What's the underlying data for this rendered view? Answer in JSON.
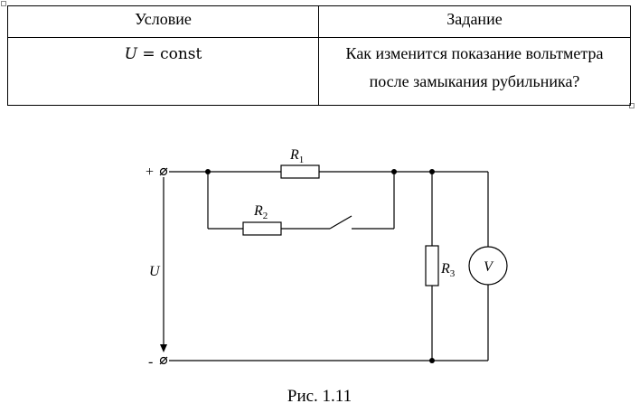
{
  "table": {
    "headers": [
      "Условие",
      "Задание"
    ],
    "condition": {
      "variable": "U",
      "equals": "=",
      "value": "const"
    },
    "task": {
      "line1": "Как изменится показание вольтметра",
      "line2": "после замыкания рубильника?"
    }
  },
  "circuit": {
    "resistors": {
      "r1": {
        "symbol": "R",
        "sub": "1"
      },
      "r2": {
        "symbol": "R",
        "sub": "2"
      },
      "r3": {
        "symbol": "R",
        "sub": "3"
      }
    },
    "voltmeter": "V",
    "voltage_label": "U",
    "plus_terminal": "+",
    "minus_terminal": "-"
  },
  "caption": "Рис. 1.11"
}
